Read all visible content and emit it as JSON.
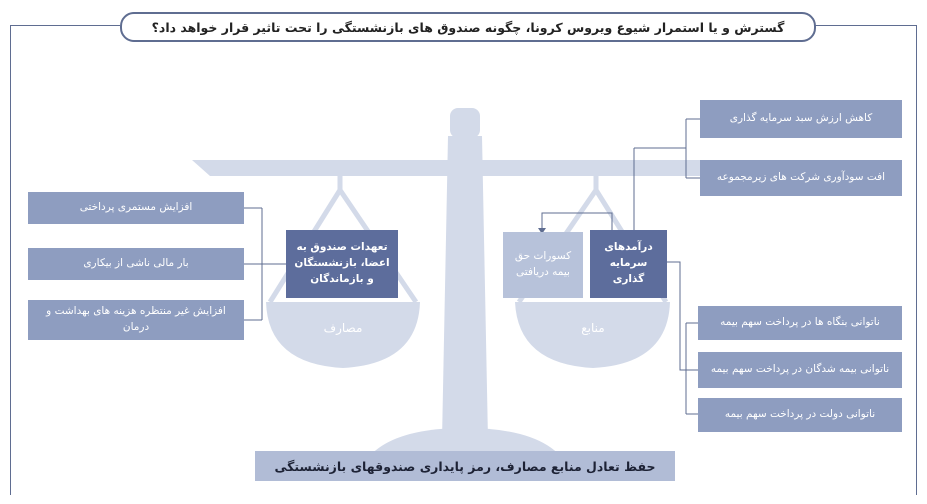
{
  "title": "گسترش و یا استمرار شیوع ویروس کرونا، چگونه صندوق های بازنشستگی را تحت تاثیر قرار خواهد داد؟",
  "left_causes": [
    "افزایش مستمری پرداختی",
    "بار مالی ناشی از بیکاری",
    "افزایش غیر منتظره هزینه های بهداشت و درمان"
  ],
  "expenses_box": "تعهدات صندوق به اعضا، بازنشستگان و بازماندگان",
  "expenses_pan": "مصارف",
  "resources_boxes": {
    "investment_income": "درآمدهای سرمایه گذاری",
    "insurance_deficit": "کسورات حق بیمه دریافتی"
  },
  "resources_pan": "منابع",
  "right_top_causes": [
    "کاهش ارزش سبد سرمایه گذاری",
    "افت سودآوری شرکت های زیرمجموعه"
  ],
  "right_bottom_causes": [
    "ناتوانی بنگاه ها در پرداخت سهم بیمه",
    "ناتوانی بیمه شدگان در پرداخت سهم بیمه",
    "ناتوانی دولت در پرداخت سهم بیمه"
  ],
  "footer": "حفظ تعادل منابع مصارف، رمز پایداری صندوقهای بازنشستگی",
  "colors": {
    "scale": "#d3dae9",
    "box": "#8e9dc0",
    "box_dark": "#5d6d9c",
    "box_light": "#b7c2da",
    "line": "#5f6d91"
  }
}
